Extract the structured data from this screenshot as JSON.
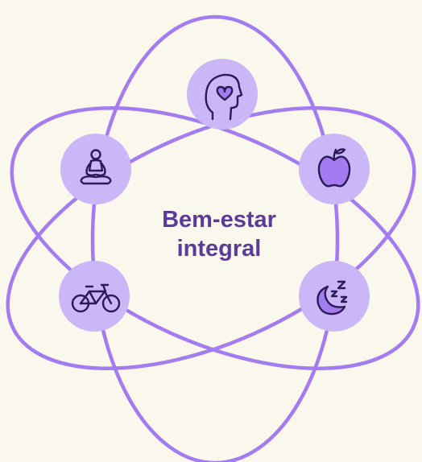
{
  "diagram": {
    "center_title_lines": [
      "Bem-estar",
      "integral"
    ],
    "nodes": [
      {
        "id": "mental-health",
        "icon": "head-heart-icon"
      },
      {
        "id": "nutrition",
        "icon": "apple-icon"
      },
      {
        "id": "sleep",
        "icon": "moon-zzz-icon"
      },
      {
        "id": "exercise",
        "icon": "bicycle-icon"
      },
      {
        "id": "meditation",
        "icon": "meditation-icon"
      }
    ],
    "colors": {
      "background": "#faf7ec",
      "orbit": "#a27cf0",
      "node_fill": "#cbb6f7",
      "icon_stroke": "#2d1b57",
      "icon_fill": "#a27cf0",
      "title": "#5b3a9a"
    }
  }
}
